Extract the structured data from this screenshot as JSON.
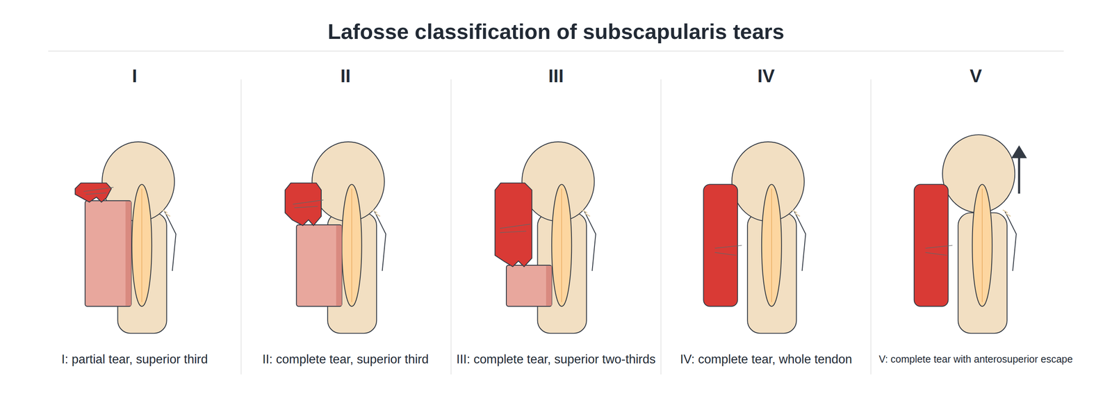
{
  "diagram": {
    "title": "Lafosse classification of subscapularis tears",
    "labels": [
      "I",
      "II",
      "III",
      "IV",
      "V",
      "I: partial tear, superior third",
      "II: complete tear, superior third",
      "III: complete tear, superior two-thirds",
      "IV: complete tear, whole tendon",
      "V: complete tear with anterosuperior escape"
    ]
  }
}
